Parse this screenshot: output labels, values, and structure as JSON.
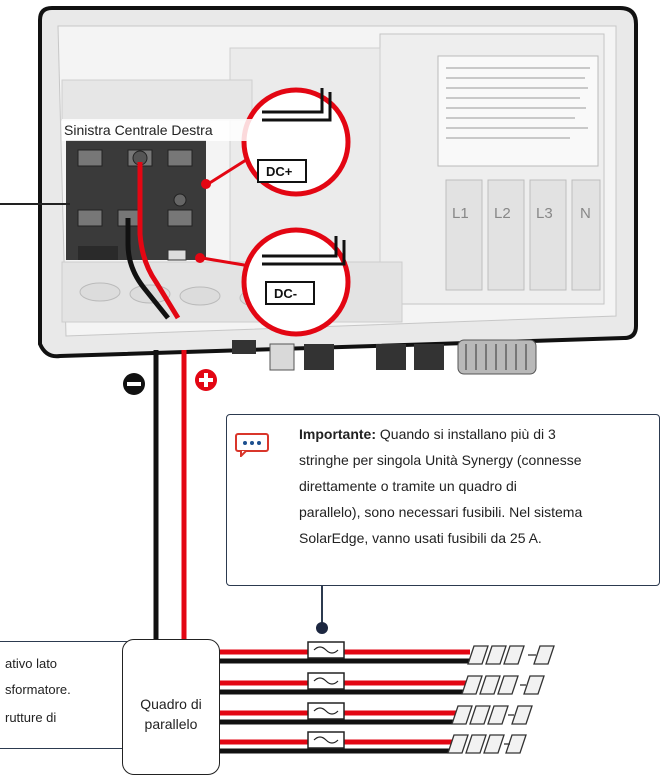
{
  "terminals": {
    "header": "Sinistra Centrale Destra",
    "dc_plus": "DC+",
    "dc_minus": "DC-"
  },
  "strings": [
    "L1",
    "L2",
    "L3",
    "N"
  ],
  "callout": {
    "bold": "Importante:",
    "line1": " Quando si installano più di 3",
    "line2": "stringhe per singola Unità Synergy (connesse",
    "line3": "direttamente o tramite un quadro di",
    "line4": "parallelo), sono necessari fusibili. Nel sistema",
    "line5": "SolarEdge, vanno usati fusibili da 25 A."
  },
  "left_note": {
    "line1": "ativo lato",
    "line2": "sformatore.",
    "line3": "rutture di"
  },
  "combiner": {
    "line1": "Quadro di",
    "line2": "parallelo"
  },
  "colors": {
    "wire_pos": "#e30613",
    "wire_neg": "#111111",
    "outline": "#2c3a4f",
    "callout_icon": "#d9362b"
  }
}
